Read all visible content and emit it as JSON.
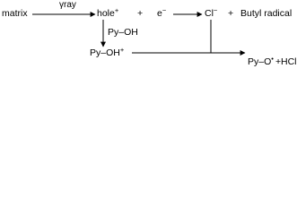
{
  "diagram": {
    "nodes": {
      "matrix": "matrix",
      "hole": "hole",
      "hole_charge": "+",
      "plus1": "+",
      "electron": "e",
      "electron_charge": "−",
      "chloride": "Cl",
      "chloride_charge": "−",
      "plus2": "+",
      "butyl_radical": "Butyl radical",
      "pyoh_reagent": "Py–OH",
      "pyoh_cation": "Py–OH",
      "pyoh_cation_charge": "+",
      "pyo_radical": "Py–O",
      "pyo_radical_dot": "•",
      "plus3": "+",
      "hcl": "HCl"
    },
    "arrow_labels": {
      "gamma_ray": "γray"
    }
  },
  "colors": {
    "ink": "#000000",
    "background": "#ffffff"
  }
}
